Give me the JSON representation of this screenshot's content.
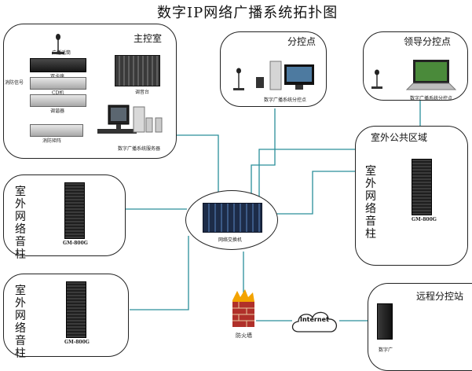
{
  "title": "数字IP网络广播系统拓扑图",
  "colors": {
    "line": "#2a8f9a",
    "green": "#2e9e3c",
    "yellow": "#f2c200"
  },
  "control_room": {
    "label": "主控室",
    "fire_signal": "消防信号",
    "devices": {
      "broadcast_host": "广播话筒",
      "dual_deck": "双卡座",
      "cd": "CD机",
      "tuner": "调谐器",
      "fire_matrix": "消防矩阵",
      "mixer": "调音台",
      "server": "数字广播系统服务器"
    }
  },
  "branch": {
    "label": "分控点",
    "device": "数字广播系统分控点"
  },
  "leader_branch": {
    "label": "领导分控点",
    "device": "数字广播系统分控点"
  },
  "public_area": {
    "label": "室外公共区域",
    "column_label": "室外网络音柱",
    "model": "GM-800G"
  },
  "left_column_1": {
    "label": "室外网络音柱",
    "model": "GM-800G"
  },
  "left_column_2": {
    "label": "室外网络音柱",
    "model": "GM-800G"
  },
  "switch": {
    "label": "网络交换机"
  },
  "firewall": {
    "label": "防火墙"
  },
  "internet": {
    "label": "Internet"
  },
  "remote": {
    "label": "远程分控站",
    "device": "数字广"
  }
}
